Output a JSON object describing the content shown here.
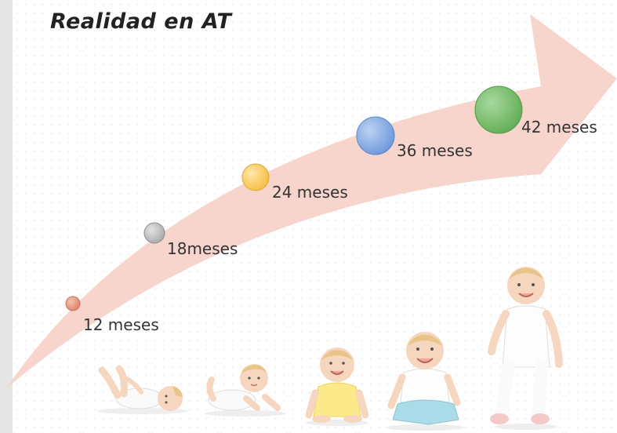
{
  "title": "Realidad en AT",
  "stages": [
    {
      "label": "12 meses",
      "color": "#e8967b"
    },
    {
      "label": "18meses",
      "color": "#c4c4c4"
    },
    {
      "label": "24 meses",
      "color": "#ffd36b"
    },
    {
      "label": "36 meses",
      "color": "#8eb2e6"
    },
    {
      "label": "42 meses",
      "color": "#7cc172"
    }
  ],
  "arrow_color": "#f6d0c6",
  "illustration": "babies at five growth stages: lying, crawling, sitting, playing, standing"
}
